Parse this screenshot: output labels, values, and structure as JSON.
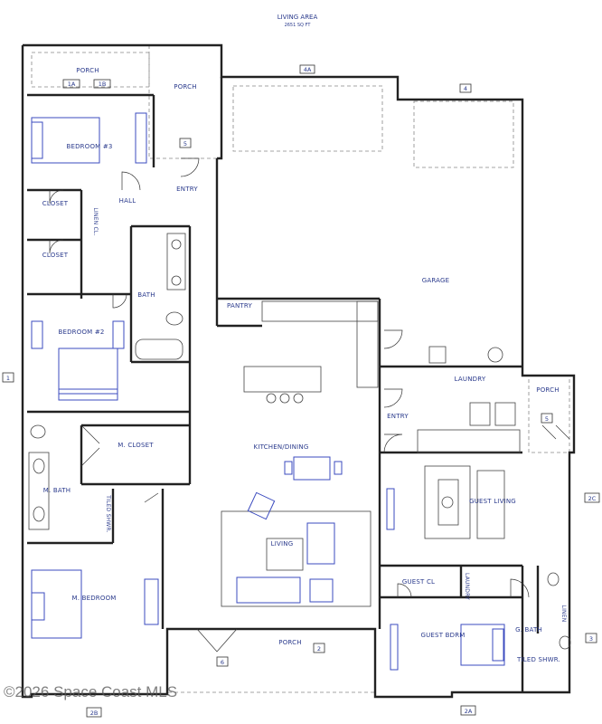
{
  "header": {
    "title": "LIVING AREA",
    "area": "2651 SQ FT"
  },
  "rooms": {
    "porch_top": "PORCH",
    "porch_entry": "PORCH",
    "bedroom3": "BEDROOM #3",
    "closet1": "CLOSET",
    "hall": "HALL",
    "linen_closet": "LINEN CL.",
    "closet2": "CLOSET",
    "entry_top": "ENTRY",
    "garage": "GARAGE",
    "pantry": "PANTRY",
    "bath": "BATH",
    "bedroom2": "BEDROOM #2",
    "laundry": "LAUNDRY",
    "porch_right": "PORCH",
    "entry_right": "ENTRY",
    "m_closet": "M. CLOSET",
    "kitchen_dining": "KITCHEN/DINING",
    "m_bath": "M. BATH",
    "tiled_shwr": "TILED SHWR.",
    "guest_living": "GUEST LIVING",
    "living": "LIVING",
    "guest_cl": "GUEST CL",
    "laundry_small": "LAUNDRY",
    "m_bedroom": "M. BEDROOM",
    "g_bath": "G. BATH",
    "linen_small": "LINEN",
    "guest_bdrm": "GUEST BDRM",
    "tiled_shwr_guest": "TILED SHWR.",
    "porch_bottom": "PORCH"
  },
  "view_tags": {
    "t1A": "1A",
    "t1B": "1B",
    "t4A": "4A",
    "t4": "4",
    "t5_porch": "5",
    "t5_right": "5",
    "t1": "1",
    "t2C": "2C",
    "t3": "3",
    "t2": "2",
    "t6": "6",
    "t2A": "2A",
    "t2B": "2B"
  },
  "watermark": "©2026 Space Coast MLS",
  "colors": {
    "label": "#2a3a8c",
    "wall": "#222222",
    "accent": "#3b4bbf"
  }
}
